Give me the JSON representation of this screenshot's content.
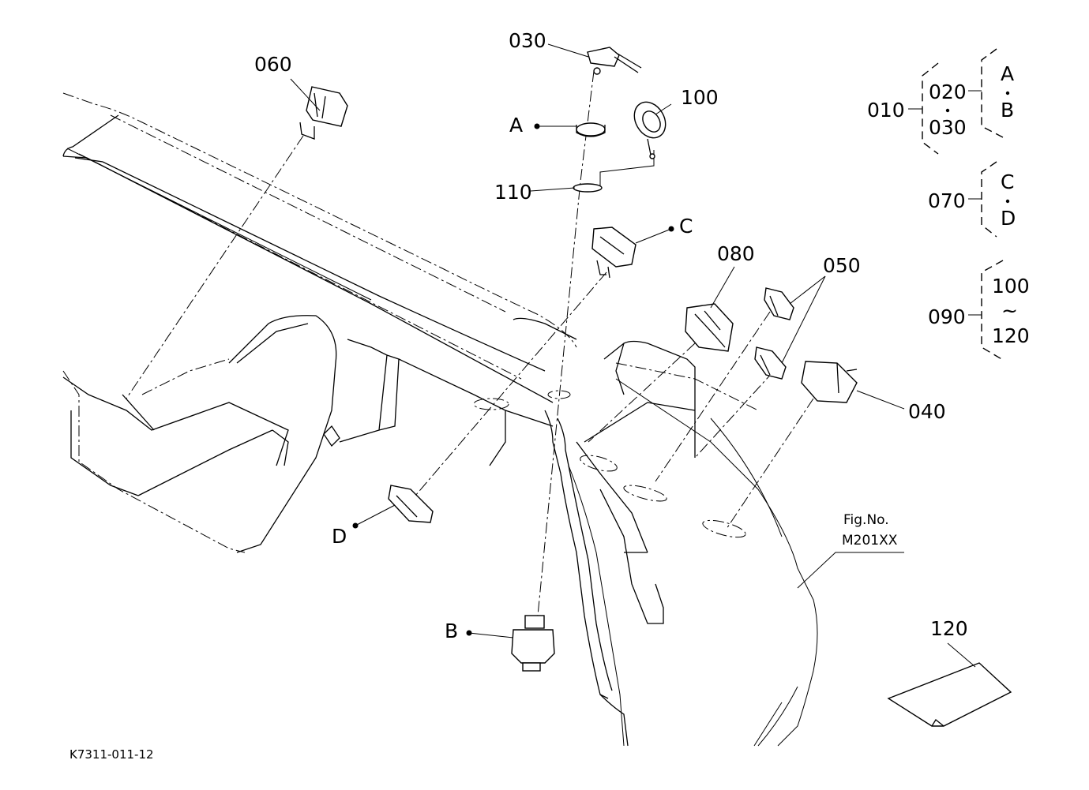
{
  "labels": {
    "p030": "030",
    "p060": "060",
    "p100": "100",
    "pA": "A",
    "p110": "110",
    "pC": "C",
    "p080": "080",
    "p050": "050",
    "p040": "040",
    "pD": "D",
    "pB": "B",
    "p120": "120"
  },
  "legend": {
    "g1": {
      "parent": "010",
      "items": [
        "020",
        "030"
      ],
      "refs": [
        "A",
        "B"
      ]
    },
    "g2": {
      "parent": "070",
      "refs": [
        "C",
        "D"
      ]
    },
    "g3": {
      "parent": "090",
      "range_from": "100",
      "range_sep": "~",
      "range_to": "120"
    }
  },
  "fig": {
    "title": "Fig.No.",
    "number": "M201XX"
  },
  "drawing_code": "K7311-011-12"
}
